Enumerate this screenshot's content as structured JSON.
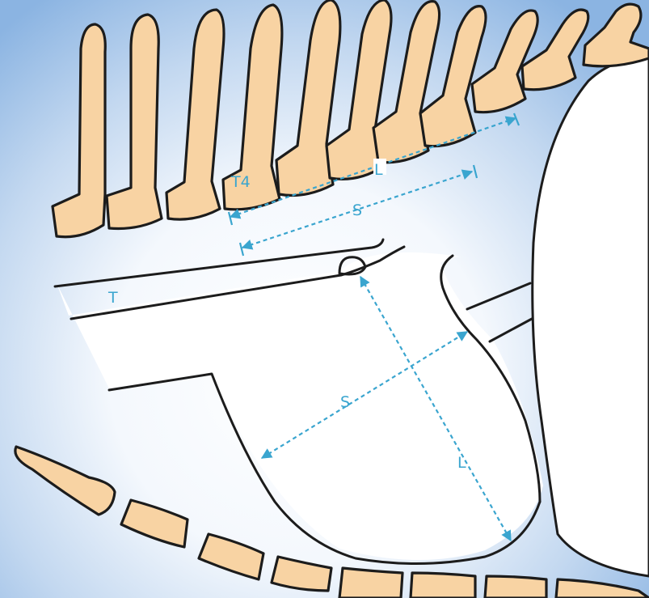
{
  "colors": {
    "background_blue": "#8bb4e2",
    "bone": "#f8d3a3",
    "outline": "#1c1c1c",
    "measurement": "#3aa5cf"
  },
  "labels": {
    "vertebra": "T4",
    "trachea": "T",
    "long_axis_lateral": "L",
    "short_axis_lateral": "S",
    "short_axis_vhs": "S",
    "long_axis_vhs": "L"
  },
  "icons": {
    "dimension_arrow": "dashed-double-arrow"
  }
}
